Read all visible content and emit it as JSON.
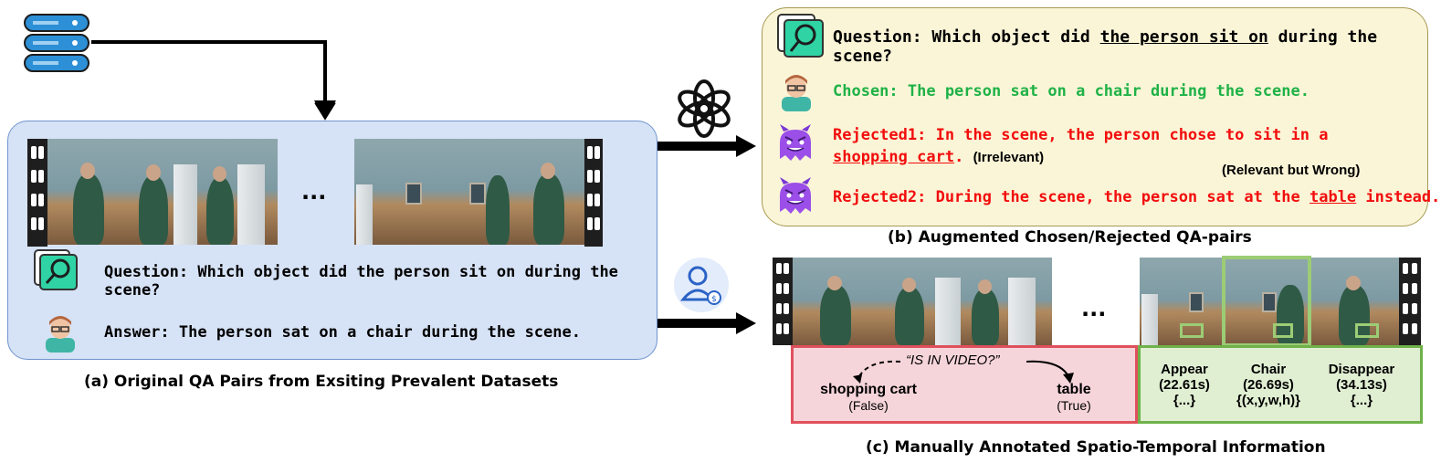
{
  "panel_a": {
    "question": "Question: Which object did the person sit on during the",
    "question_line2": "scene?",
    "answer": "Answer: The person sat on a chair during the scene.",
    "ellipsis": "...",
    "caption": "(a) Original QA Pairs from Exsiting Prevalent Datasets"
  },
  "panel_b": {
    "question_prefix": "Question: Which object did ",
    "question_underlined": "the person sit on",
    "question_suffix": " during the scene?",
    "chosen": "Chosen: The person sat on a chair during the scene.",
    "rejected1_line1": "Rejected1: In the scene, the person chose to sit in a",
    "rejected1_underlined": "shopping cart",
    "rejected1_period": ".",
    "irrelevant": "(Irrelevant)",
    "relevant_wrong": "(Relevant but Wrong)",
    "rejected2_prefix": "Rejected2: During the scene, the person sat at the ",
    "rejected2_underlined": "table",
    "rejected2_suffix": " instead.",
    "caption": "(b) Augmented Chosen/Rejected QA-pairs"
  },
  "panel_c": {
    "ellipsis": "...",
    "is_in_video": "“IS IN VIDEO?”",
    "left_item": "shopping cart",
    "left_value": "(False)",
    "right_item": "table",
    "right_value": "(True)",
    "appear_label": "Appear",
    "appear_time": "(22.61s)",
    "appear_extra": "{...}",
    "chair_label": "Chair",
    "chair_time": "(26.69s)",
    "chair_box": "{(x,y,w,h)}",
    "disappear_label": "Disappear",
    "disappear_time": "(34.13s)",
    "disappear_extra": "{...}",
    "caption": "(c) Manually Annotated Spatio-Temporal Information"
  },
  "colors": {
    "panel_a_fill": "#d6e2f5",
    "panel_b_fill": "#fbf5d7",
    "chosen_green": "#1fb247",
    "rejected_red": "#f20d0d",
    "pink_box": "#f6d5da",
    "green_box": "#e0eed2"
  }
}
